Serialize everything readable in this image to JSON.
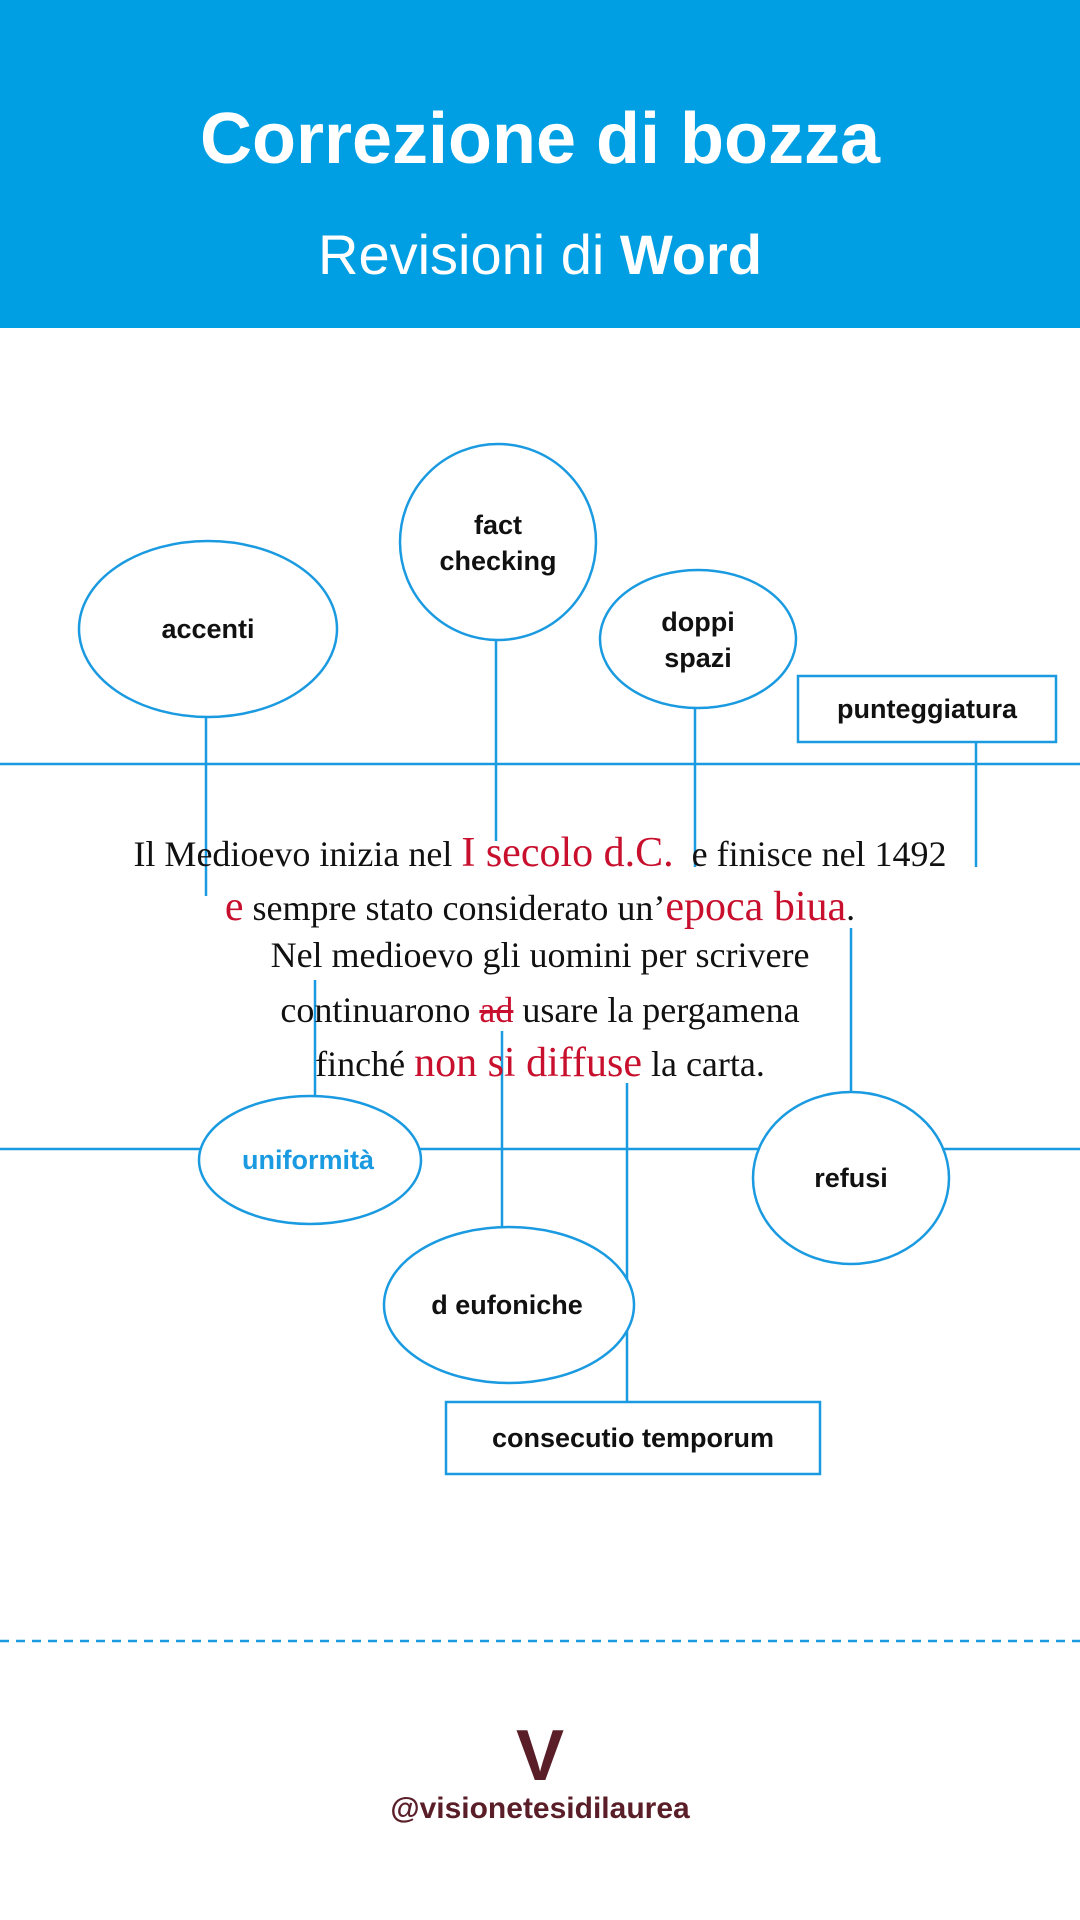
{
  "header": {
    "title": "Correzione di bozza",
    "subtitle_prefix": "Revisioni di ",
    "subtitle_bold": "Word"
  },
  "labels": {
    "accenti": "accenti",
    "fact_1": "fact",
    "fact_2": "checking",
    "doppi_1": "doppi",
    "doppi_2": "spazi",
    "punteggiatura": "punteggiatura",
    "uniformita": "uniformità",
    "refusi": "refusi",
    "eufoniche": "d eufoniche",
    "consecutio": "consecutio temporum"
  },
  "text": {
    "l1a": "Il Medioevo inizia nel ",
    "l1r": "I secolo d.C.",
    "l1b": "  e finisce nel 1492",
    "l2r": "e",
    "l2a": " sempre stato considerato un’",
    "l2r2": "epoca biua",
    "l2b": ".",
    "l3": "Nel medioevo gli uomini per scrivere",
    "l4a": "continuarono ",
    "l4r": "ad",
    "l4b": " usare la pergamena",
    "l5a": "finché ",
    "l5r": "non si diffuse",
    "l5b": " la carta."
  },
  "footer": {
    "logo": "V",
    "handle": "@visionetesidilaurea"
  },
  "colors": {
    "brand": "#009fe3",
    "error": "#c8102e",
    "footer": "#5a1e28"
  }
}
